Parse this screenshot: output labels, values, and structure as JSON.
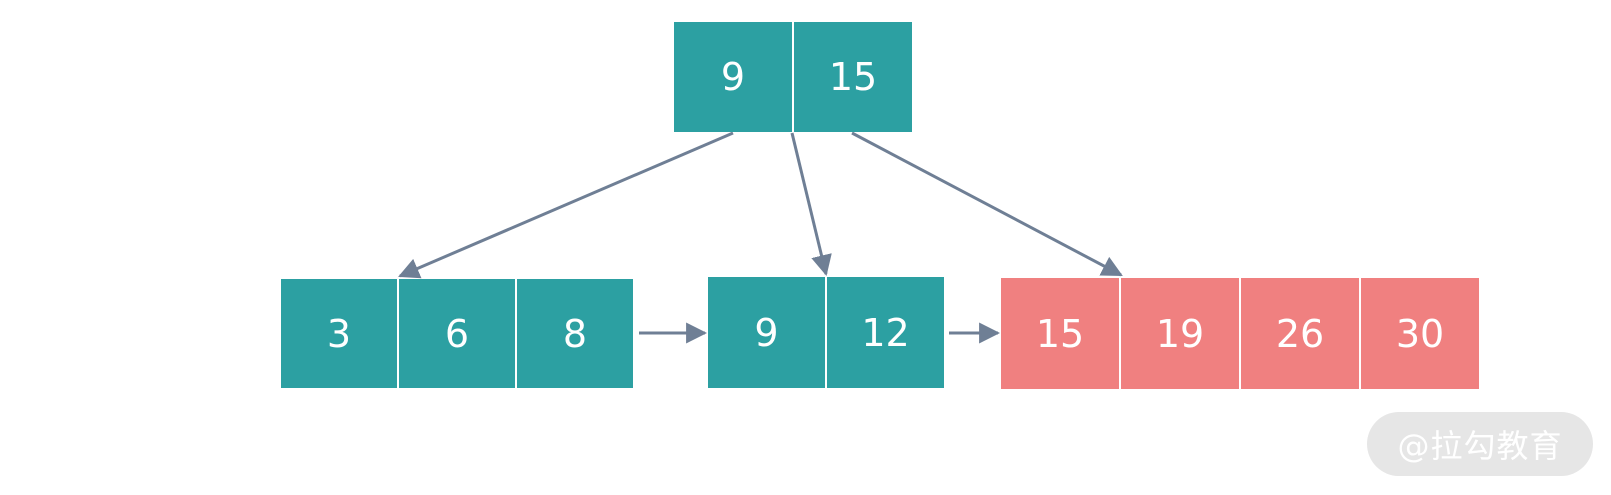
{
  "colors": {
    "internal_node": "#2ca0a2",
    "highlighted_leaf": "#f08080",
    "arrow": "#6f7f95",
    "key_text": "#ffffff"
  },
  "tree": {
    "root": {
      "keys": [
        "9",
        "15"
      ]
    },
    "leaves": [
      {
        "keys": [
          "3",
          "6",
          "8"
        ],
        "highlighted": false
      },
      {
        "keys": [
          "9",
          "12"
        ],
        "highlighted": false
      },
      {
        "keys": [
          "15",
          "19",
          "26",
          "30"
        ],
        "highlighted": true
      }
    ]
  },
  "watermark": {
    "text": "@拉勾教育"
  }
}
